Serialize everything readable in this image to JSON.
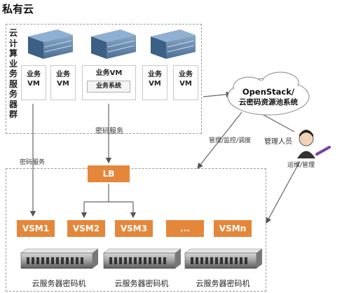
{
  "title": "私有云",
  "cluster_label": "云计算业务服务器群",
  "vm_boxes": [
    {
      "line1": "业务",
      "line2": "VM"
    },
    {
      "line1": "业务",
      "line2": "VM"
    },
    {
      "line1": "业务VM"
    },
    {
      "line1": "业务",
      "line2": "VM"
    },
    {
      "line1": "业务",
      "line2": "VM"
    }
  ],
  "business_system": "业务系统",
  "crypto_service_top": "密码服务",
  "crypto_service_left": "密码服务",
  "lb": "LB",
  "vsms": [
    "VSM1",
    "VSM2",
    "VSM3",
    "...",
    "VSMn"
  ],
  "cloud": {
    "line1": "OpenStack/",
    "line2": "云密码资源池系统"
  },
  "mgmt_monitor": "管理/监控/调度",
  "admin": "管理人员",
  "ops": "运维/管理",
  "hsm_captions": [
    "云服务器密码机",
    "云服务器密码机",
    "云服务器密码机"
  ],
  "colors": {
    "orange": "#e5873a",
    "server": "#4a6f94"
  }
}
